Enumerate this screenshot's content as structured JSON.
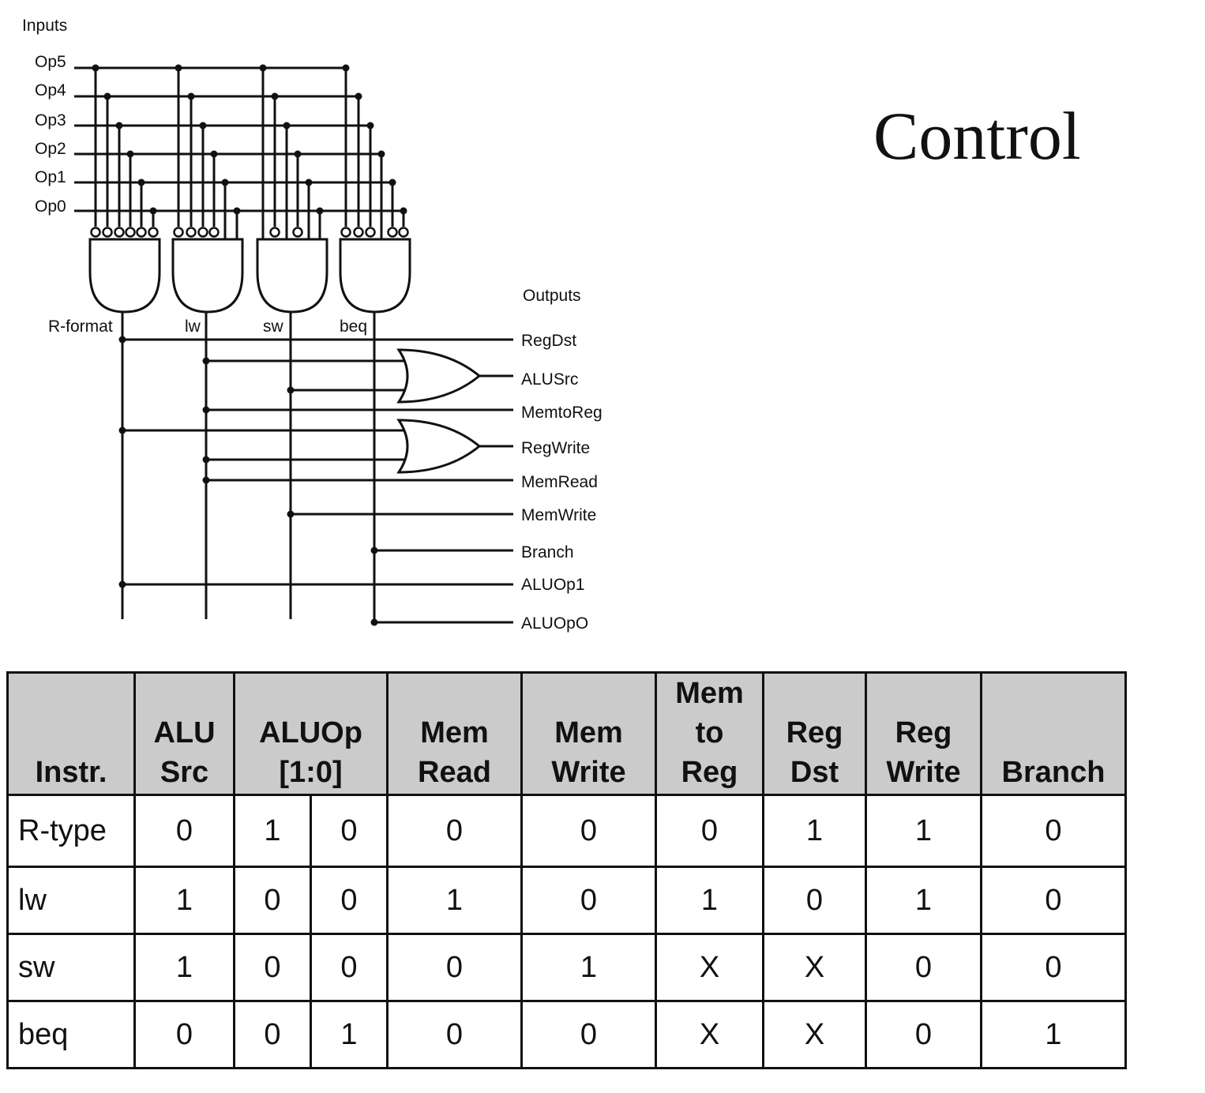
{
  "title": "Control",
  "diagram": {
    "inputs_label": "Inputs",
    "inputs": [
      "Op5",
      "Op4",
      "Op3",
      "Op2",
      "Op1",
      "Op0"
    ],
    "gates": [
      "R-format",
      "lw",
      "sw",
      "beq"
    ],
    "outputs_label": "Outputs",
    "outputs": [
      "RegDst",
      "ALUSrc",
      "MemtoReg",
      "RegWrite",
      "MemRead",
      "MemWrite",
      "Branch",
      "ALUOp1",
      "ALUOpO"
    ]
  },
  "table": {
    "headers": {
      "instr": "Instr.",
      "alusrc": [
        "ALU",
        "Src"
      ],
      "aluop": [
        "ALUOp",
        "[1:0]"
      ],
      "memread": [
        "Mem",
        "Read"
      ],
      "memwrite": [
        "Mem",
        "Write"
      ],
      "memtoreg": [
        "Mem",
        "to",
        "Reg"
      ],
      "regdst": [
        "Reg",
        "Dst"
      ],
      "regwrite": [
        "Reg",
        "Write"
      ],
      "branch": "Branch"
    },
    "rows": [
      [
        "R-type",
        "0",
        "1",
        "0",
        "0",
        "0",
        "0",
        "1",
        "1",
        "0"
      ],
      [
        "lw",
        "1",
        "0",
        "0",
        "1",
        "0",
        "1",
        "0",
        "1",
        "0"
      ],
      [
        "sw",
        "1",
        "0",
        "0",
        "0",
        "1",
        "X",
        "X",
        "0",
        "0"
      ],
      [
        "beq",
        "0",
        "0",
        "1",
        "0",
        "0",
        "X",
        "X",
        "0",
        "1"
      ]
    ]
  }
}
